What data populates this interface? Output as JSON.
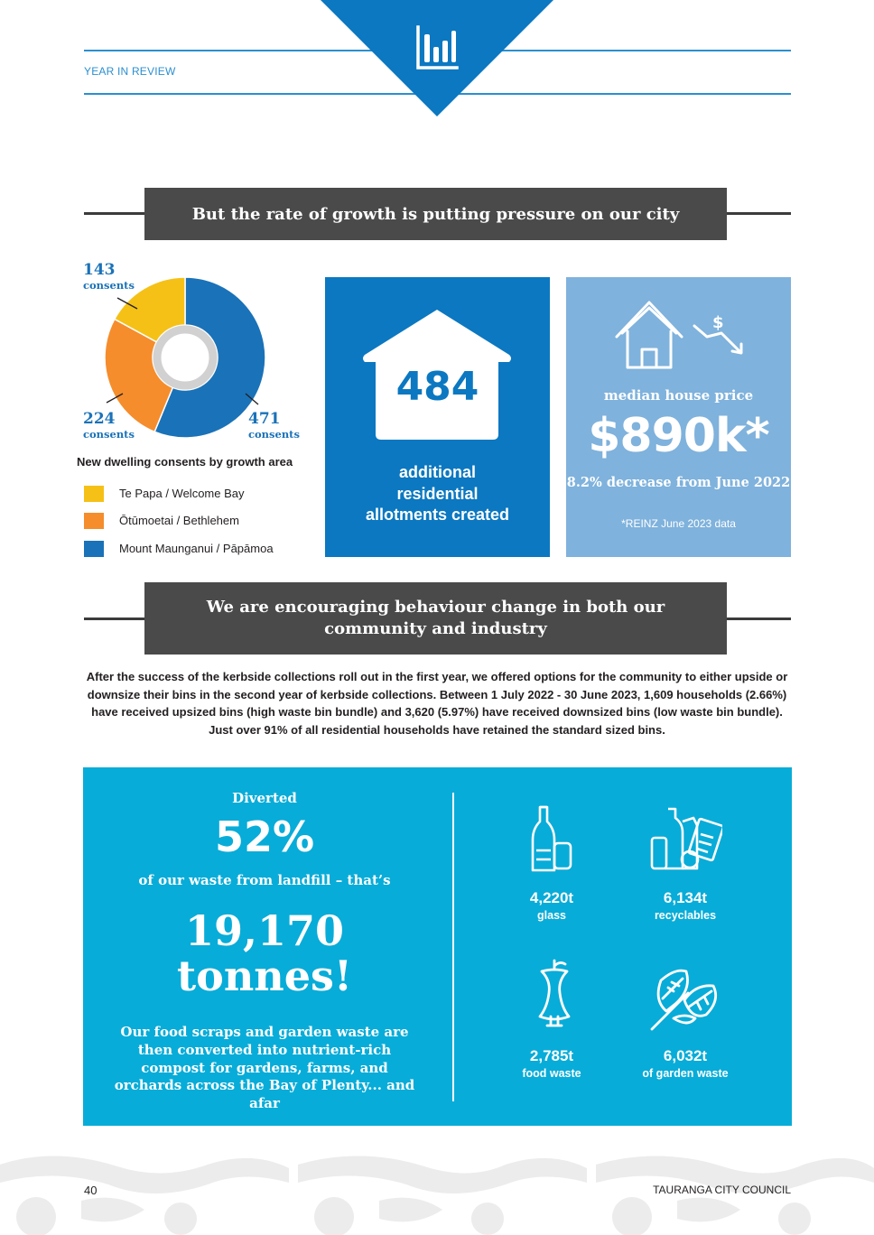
{
  "header": {
    "section_label": "YEAR IN REVIEW",
    "icon": "bar-chart-icon"
  },
  "section1": {
    "title": "But the rate of growth is putting pressure on our city"
  },
  "consents": {
    "caption": "New dwelling consents by growth area",
    "unit": "consents",
    "segments": [
      {
        "name": "Te Papa / Welcome Bay",
        "value": 143,
        "label": "143",
        "color": "#f5c116"
      },
      {
        "name": "Ōtūmoetai / Bethlehem",
        "value": 224,
        "label": "224",
        "color": "#f58d2c"
      },
      {
        "name": "Mount Maunganui / Pāpāmoa",
        "value": 471,
        "label": "471",
        "color": "#1a72b8"
      }
    ]
  },
  "allotments": {
    "number": "484",
    "text_line1": "additional",
    "text_line2": "residential",
    "text_line3": "allotments created",
    "icon": "house-icon",
    "bg_color": "#0b78c1"
  },
  "house_price": {
    "label": "median house price",
    "value": "$890k*",
    "change": "8.2% decrease from June 2022",
    "footnote": "*REINZ June 2023 data",
    "icon": "house-price-down-icon",
    "bg_color": "#7fb2dc"
  },
  "section2": {
    "title_line1": "We are encouraging behaviour change in both our",
    "title_line2": "community and industry",
    "body": "After the success of the kerbside collections roll out in the first year, we offered options for the community to either upside or downsize their bins in the second year of kerbside collections. Between 1 July 2022 - 30 June 2023, 1,609 households (2.66%) have received upsized bins (high waste bin bundle) and 3,620 (5.97%) have received downsized bins (low waste bin bundle). Just over 91% of all residential households have retained the standard sized bins."
  },
  "waste": {
    "bg_color": "#08acd8",
    "diverted_label": "Diverted",
    "diverted_pct": "52%",
    "from_landfill": "of our waste from landfill – that’s",
    "tonnes_line1": "19,170",
    "tonnes_line2": "tonnes!",
    "compost_text": "Our food scraps and garden waste are then converted into nutrient-rich compost for gardens, farms, and orchards across the Bay of Plenty... and afar",
    "items": [
      {
        "amount": "4,220t",
        "label": "glass",
        "icon": "glass-bottle-icon"
      },
      {
        "amount": "6,134t",
        "label": "recyclables",
        "icon": "recyclables-icon"
      },
      {
        "amount": "2,785t",
        "label": "food waste",
        "icon": "apple-core-icon"
      },
      {
        "amount": "6,032t",
        "label": "of garden waste",
        "icon": "leaves-icon"
      }
    ]
  },
  "footer": {
    "page_number": "40",
    "organisation": "TAURANGA CITY COUNCIL"
  }
}
